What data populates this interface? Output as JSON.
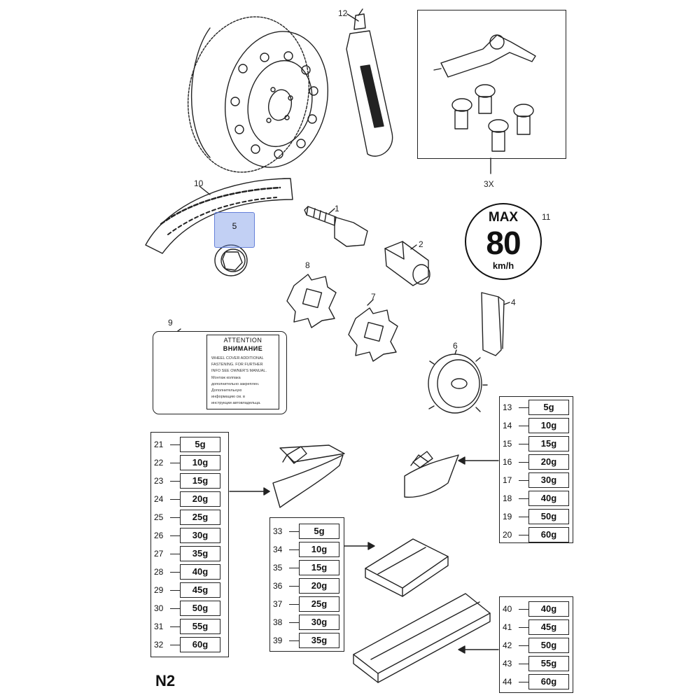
{
  "diagram": {
    "code": "N2",
    "callouts": {
      "c1": "1",
      "c2": "2",
      "c4": "4",
      "c5": "5",
      "c6": "6",
      "c7": "7",
      "c8": "8",
      "c9": "9",
      "c10": "10",
      "c11": "11",
      "c12": "12",
      "c3x": "3X"
    },
    "speed_sign": {
      "top": "MAX",
      "value": "80",
      "unit": "km/h"
    },
    "attention_label": {
      "heading_en": "ATTENTION",
      "heading_ru": "ВНИМАНИЕ",
      "lines": [
        "WHEEL COVER ADDITIONAL",
        "FASTENING. FOR FURTHER",
        "INFO SEE OWNER'S MANUAL.",
        "Монтаж колпака",
        "дополнительно закреплен.",
        "Дополнительную",
        "информацию см. в",
        "инструкции автовладельца."
      ]
    },
    "weights_table_a": [
      {
        "no": "21",
        "w": "5g"
      },
      {
        "no": "22",
        "w": "10g"
      },
      {
        "no": "23",
        "w": "15g"
      },
      {
        "no": "24",
        "w": "20g"
      },
      {
        "no": "25",
        "w": "25g"
      },
      {
        "no": "26",
        "w": "30g"
      },
      {
        "no": "27",
        "w": "35g"
      },
      {
        "no": "28",
        "w": "40g"
      },
      {
        "no": "29",
        "w": "45g"
      },
      {
        "no": "30",
        "w": "50g"
      },
      {
        "no": "31",
        "w": "55g"
      },
      {
        "no": "32",
        "w": "60g"
      }
    ],
    "weights_table_b": [
      {
        "no": "13",
        "w": "5g"
      },
      {
        "no": "14",
        "w": "10g"
      },
      {
        "no": "15",
        "w": "15g"
      },
      {
        "no": "16",
        "w": "20g"
      },
      {
        "no": "17",
        "w": "30g"
      },
      {
        "no": "18",
        "w": "40g"
      },
      {
        "no": "19",
        "w": "50g"
      },
      {
        "no": "20",
        "w": "60g"
      }
    ],
    "weights_table_c": [
      {
        "no": "33",
        "w": "5g"
      },
      {
        "no": "34",
        "w": "10g"
      },
      {
        "no": "35",
        "w": "15g"
      },
      {
        "no": "36",
        "w": "20g"
      },
      {
        "no": "37",
        "w": "25g"
      },
      {
        "no": "38",
        "w": "30g"
      },
      {
        "no": "39",
        "w": "35g"
      }
    ],
    "weights_table_d": [
      {
        "no": "40",
        "w": "40g"
      },
      {
        "no": "41",
        "w": "45g"
      },
      {
        "no": "42",
        "w": "50g"
      },
      {
        "no": "43",
        "w": "55g"
      },
      {
        "no": "44",
        "w": "60g"
      }
    ],
    "colors": {
      "line": "#222222",
      "highlight": "#7896e6"
    }
  }
}
